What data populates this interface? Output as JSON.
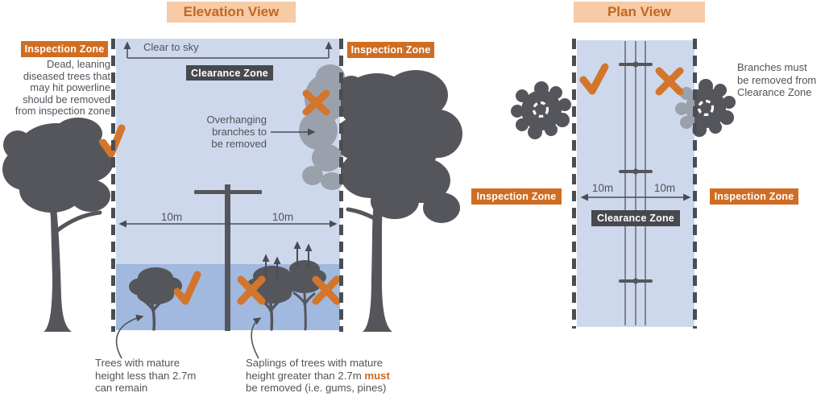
{
  "elevation": {
    "title": "Elevation View",
    "inspection_zone_left": "Inspection Zone",
    "inspection_zone_right": "Inspection Zone",
    "clearance_zone": "Clearance Zone",
    "clear_to_sky": "Clear to sky",
    "dead_trees_note": "Dead, leaning\ndiseased trees that\nmay hit powerline\nshould be removed\nfrom inspection zone",
    "overhanging_note": "Overhanging\nbranches to\nbe removed",
    "left_measure": "10m",
    "right_measure": "10m",
    "trees_remain_note": "Trees with mature\nheight less than 2.7m\ncan remain",
    "saplings_note": {
      "pre": "Saplings of trees with mature\nheight greater than 2.7m ",
      "emphasis": "must",
      "post": "\nbe removed (i.e. gums, pines)"
    }
  },
  "plan": {
    "title": "Plan View",
    "inspection_zone_left": "Inspection Zone",
    "inspection_zone_right": "Inspection Zone",
    "clearance_zone": "Clearance Zone",
    "branches_note": "Branches must\nbe removed from\nClearance Zone",
    "left_measure": "10m",
    "right_measure": "10m"
  },
  "icons": {
    "check_mark": "allowed",
    "x_mark": "must-be-removed",
    "trunk_marker": "dashed-circle-trunk"
  },
  "colors": {
    "zone_fill": "#cdd8ec",
    "band_fill": "#a1b9de",
    "mark_orange": "#d3752b",
    "label_orange_bg": "#cf6e23",
    "header_bg": "#f6cba6",
    "header_text": "#c2661f",
    "dark_line": "#4a4d53",
    "tree_dark": "#55565c",
    "tree_gray": "#9aa1ac",
    "text_gray": "#51535a"
  }
}
